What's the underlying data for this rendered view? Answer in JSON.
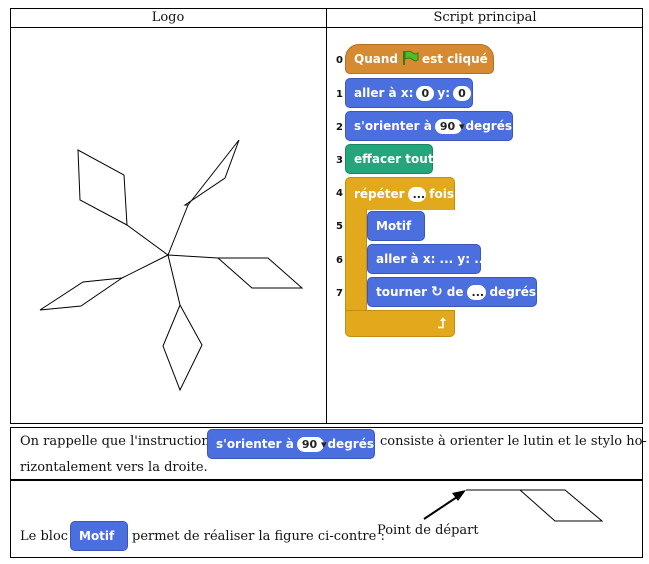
{
  "table": {
    "header_left": "Logo",
    "header_right": "Script principal"
  },
  "script": {
    "line_numbers": [
      "0",
      "1",
      "2",
      "3",
      "4",
      "5",
      "6",
      "7"
    ],
    "hat": {
      "before": "Quand",
      "after": "est cliqué",
      "icon": "green-flag-icon"
    },
    "goto": {
      "label": "aller à x:",
      "x": "0",
      "ylabel": "y:",
      "y": "0"
    },
    "orient": {
      "label": "s'orienter à",
      "value": "90",
      "unit": "degrés"
    },
    "clear": {
      "label": "effacer tout"
    },
    "repeat": {
      "label": "répéter",
      "value": "...",
      "suffix": "fois"
    },
    "motif": {
      "label": "Motif"
    },
    "goto2": {
      "label": "aller à x: ... y: ..."
    },
    "turn": {
      "label": "tourner",
      "mid": "de",
      "value": "...",
      "unit": "degrés",
      "icon": "rotate-clockwise-icon"
    },
    "colors": {
      "blue": "#4c6fe0",
      "green": "#23a67b",
      "orange": "#d68a31",
      "gold": "#e3a91c"
    }
  },
  "reminder": {
    "prefix": "On rappelle que l'instruction",
    "block_label": "s'orienter à",
    "block_value": "90",
    "block_unit": "degrés",
    "suffix": "consiste à orienter le lutin et le stylo ho-",
    "line2": "rizontalement vers la droite."
  },
  "motif_row": {
    "prefix": "Le bloc",
    "block_label": "Motif",
    "suffix": "permet de réaliser la figure ci-contre :",
    "start_label": "Point de départ"
  }
}
